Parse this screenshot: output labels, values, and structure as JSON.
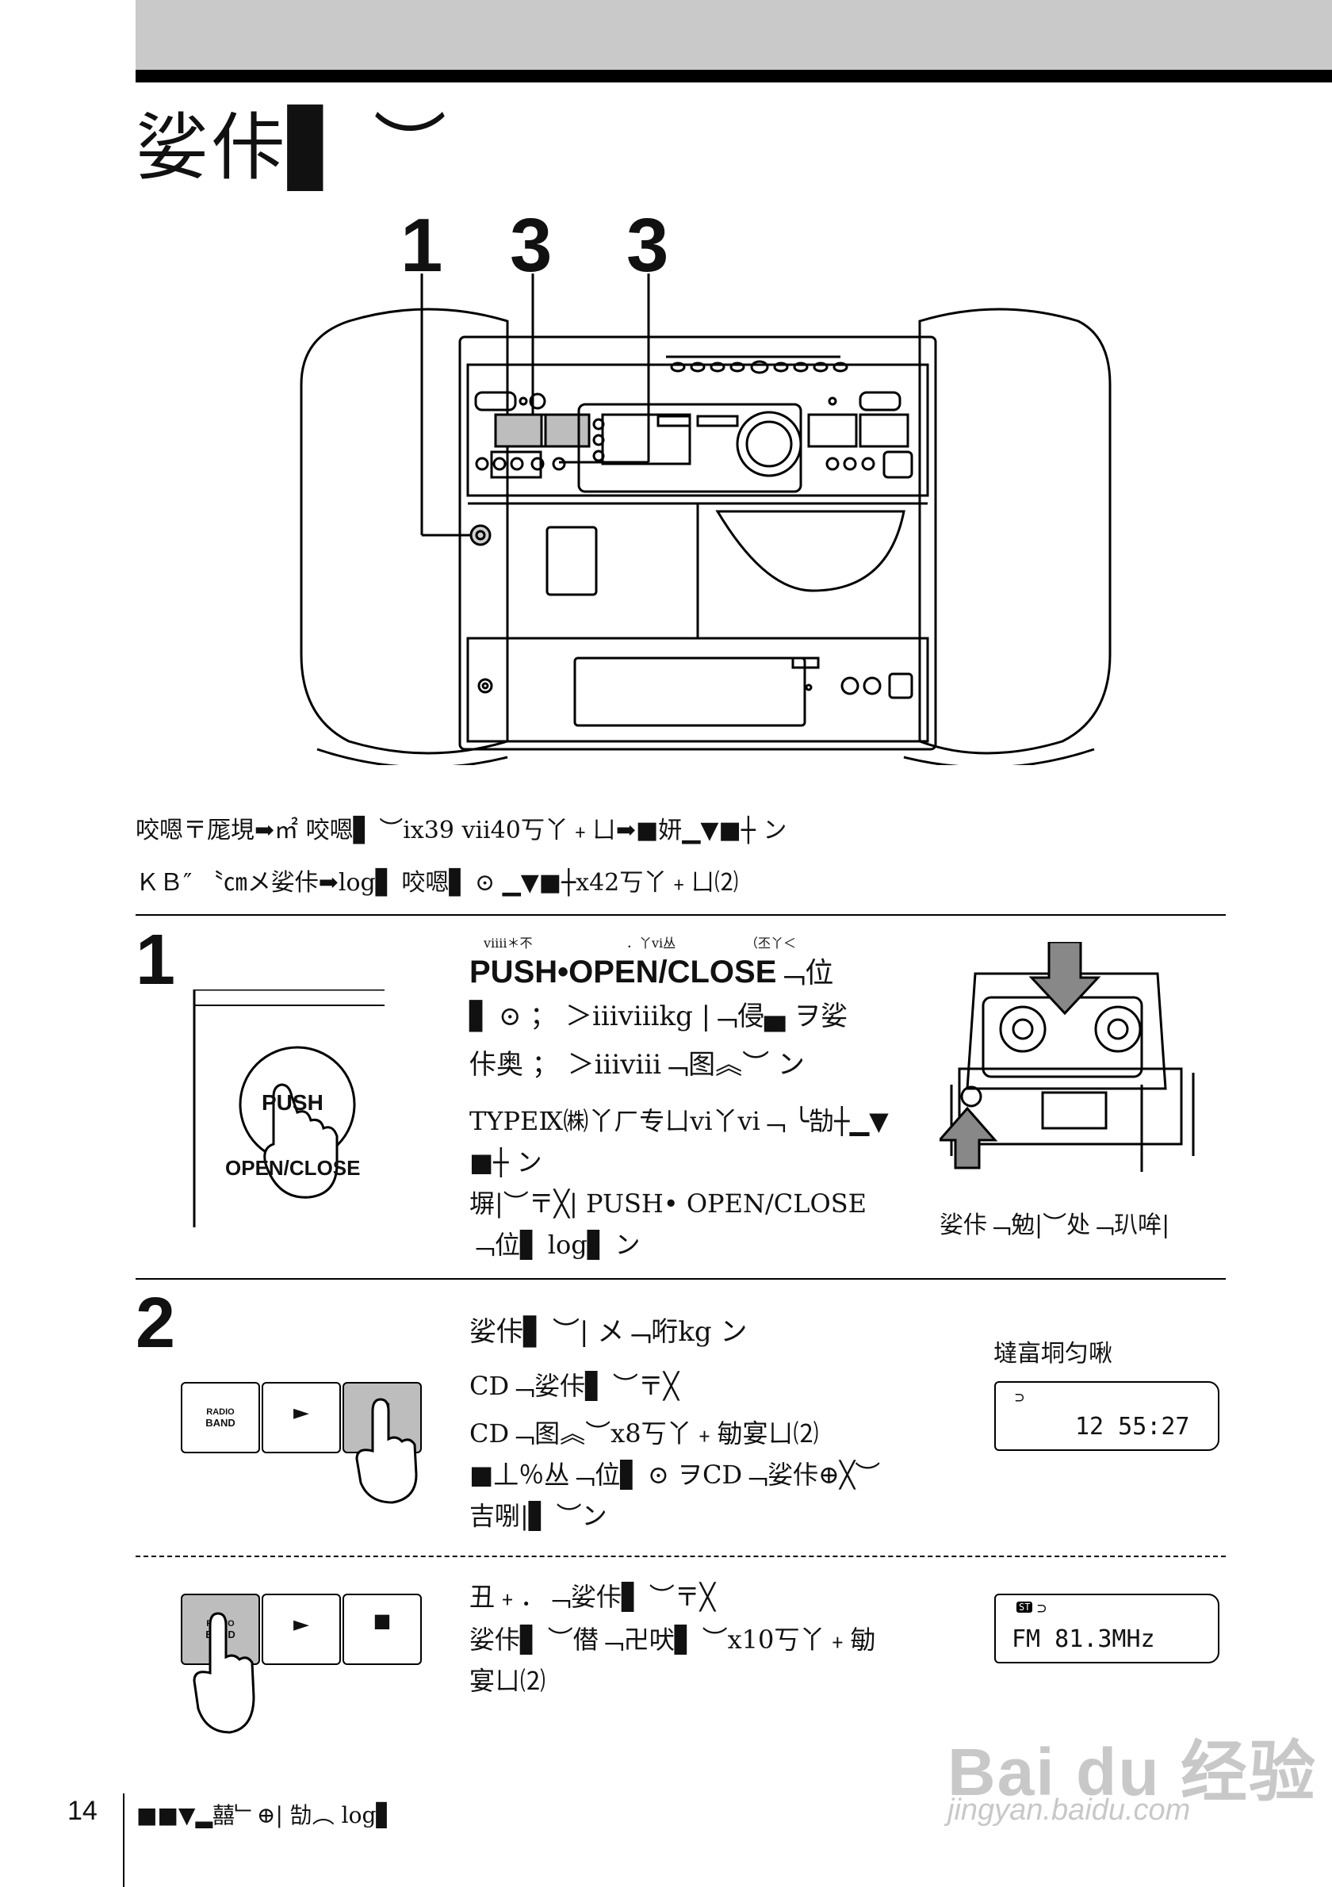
{
  "page": {
    "title": "娑佧▋ ︶",
    "callouts": [
      "1",
      "3",
      "3"
    ],
    "intro_lines": [
      "咬嗯〒厖垷➡㎡ 咬嗯▋ ︶ⅸ39 ⅶ40丂丫﹢ㄩ➡■妍▁▼■┼ ン",
      "ＫＢ″ 〝㎝メ娑佧➡log▋ 咬嗯▋ ⊙ ▁▼■┼ⅹ42丂丫﹢ㄩ⑵"
    ],
    "footer_page_number": "14",
    "footer_text": "■■▼▂囍﹂⊕| 勂︵ log▋"
  },
  "step1": {
    "number": "1",
    "ruby": [
      "ⅵⅲ＊不",
      "．丫ⅵ丛",
      "（丕丫＜"
    ],
    "heading": "PUSH•OPEN/CLOSE",
    "heading_suffix": "﹁位",
    "lines": [
      "▋ ⊙ ； ＞ⅲⅴⅲkg  |﹁侵▄ ヲ娑",
      "佧奥 ； ＞ⅲⅷ﹁图︽︶ ン"
    ],
    "note_lines": [
      "TYPEⅨ㈱丫ㄏ专ㄩⅵ丫ⅵ﹁ ╰勂┼▁▼",
      "■┼ ン",
      "塀|︶〒╳|  PUSH•  OPEN/CLOSE",
      "﹁位▋ log▋  ン"
    ],
    "hand_button_top": "PUSH",
    "hand_button_bottom": "OPEN/CLOSE",
    "caption": "娑佧﹁勉|︶处﹁玐哞|"
  },
  "step2": {
    "number": "2",
    "heading": "娑佧▋ ︶|  メ﹁哘kg ン",
    "lines_a": [
      "CD﹁娑佧▋ ︶〒╳",
      "CD﹁图︽︶ⅹ8丂丫﹢勄宴ㄩ⑵",
      "■丄％丛﹁位▋ ⊙ ヲCD﹁娑佧⊕╳︶",
      "吉哵|▋ ︶ン"
    ],
    "lines_b": [
      "丑﹢．﹁娑佧▋ ︶〒╳",
      "娑佧▋ ︶僣﹁卍吠▋ ︶ⅹ10丂丫﹢勄",
      "宴ㄩ⑵"
    ],
    "display_label": "墶畗垌匀啾",
    "display_a": {
      "icon": "⊃",
      "text": "12 55:27"
    },
    "display_b": {
      "st": "ST",
      "icon": "⊃",
      "text": "FM  81.3MHz"
    },
    "buttons": {
      "radio_line1": "RADIO",
      "radio_line2": "BAND",
      "play": "►",
      "stop": "■"
    }
  },
  "watermark": {
    "brand": "Bai du 经验",
    "url": "jingyan.baidu.com"
  }
}
